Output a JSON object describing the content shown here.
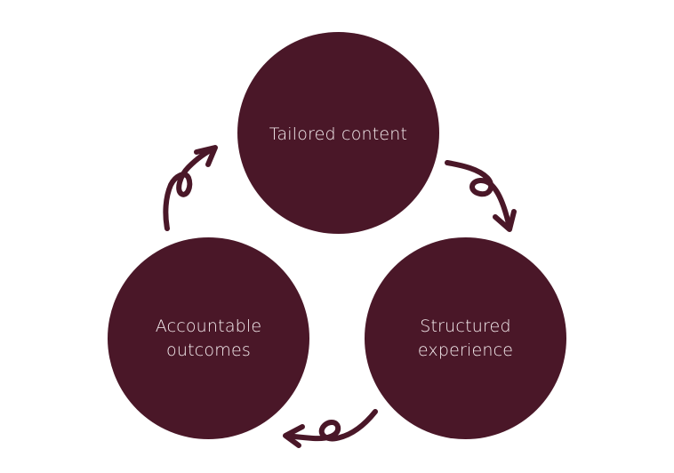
{
  "diagram": {
    "type": "cycle",
    "nodes": [
      {
        "id": "tailored-content",
        "label": "Tailored content"
      },
      {
        "id": "structured-experience",
        "label": "Structured experience"
      },
      {
        "id": "accountable-outcomes",
        "label": "Accountable outcomes"
      }
    ],
    "edges": [
      {
        "from": "tailored-content",
        "to": "structured-experience",
        "style": "looped-arrow"
      },
      {
        "from": "structured-experience",
        "to": "accountable-outcomes",
        "style": "looped-arrow"
      },
      {
        "from": "accountable-outcomes",
        "to": "tailored-content",
        "style": "looped-arrow"
      }
    ]
  },
  "colors": {
    "background": "#ffffff",
    "node_fill": "#4a1728",
    "node_text": "#f6eef0",
    "arrow": "#4a1728"
  },
  "icons": {
    "arrow": "looped-curved-arrow-icon"
  }
}
